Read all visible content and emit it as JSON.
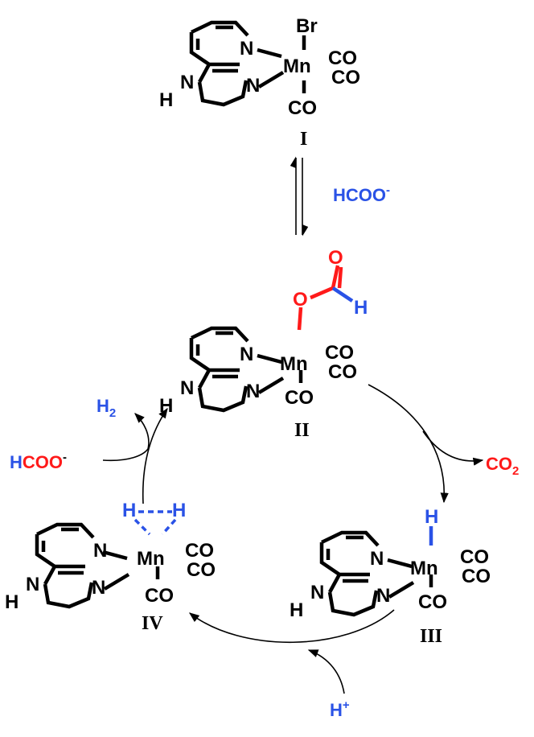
{
  "colors": {
    "black": "#000000",
    "red": "#ff1a1a",
    "blue": "#2a52e6"
  },
  "atoms": {
    "N": "N",
    "H": "H",
    "Mn": "Mn",
    "Br": "Br",
    "CO": "CO",
    "O": "O"
  },
  "complexes": {
    "I": {
      "label": "I"
    },
    "II": {
      "label": "II"
    },
    "III": {
      "label": "III"
    },
    "IV": {
      "label": "IV"
    }
  },
  "reagents": {
    "formate_top": {
      "main": "HCOO",
      "charge": "-"
    },
    "formate_left": {
      "main_h": "H",
      "main_coo": "COO",
      "charge": "-"
    },
    "h2": {
      "main": "H",
      "sub": "2"
    },
    "co2": {
      "main": "CO",
      "sub": "2"
    },
    "proton": {
      "main": "H",
      "charge": "+"
    }
  }
}
